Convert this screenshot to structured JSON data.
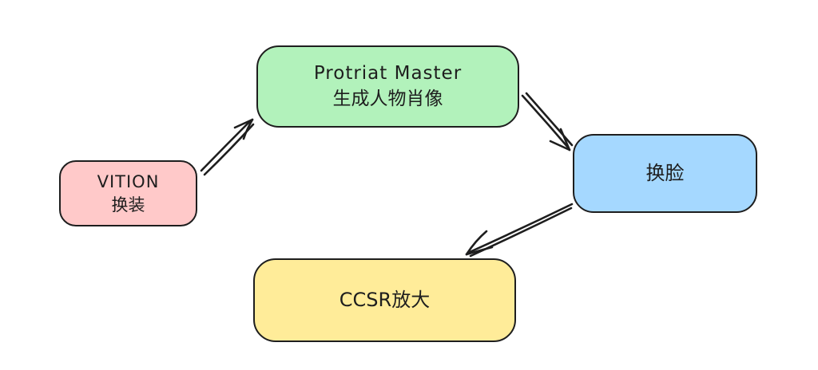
{
  "diagram": {
    "background": "#ffffff",
    "stroke_color": "#1e1e1e",
    "nodes": {
      "vition": {
        "id": "vition",
        "lines": [
          "VITION",
          "换装"
        ],
        "fill": "#ffc9c9"
      },
      "portrait": {
        "id": "portrait",
        "lines": [
          "Protriat Master",
          "生成人物肖像"
        ],
        "fill": "#b2f2bb"
      },
      "faceswap": {
        "id": "faceswap",
        "lines": [
          "换脸"
        ],
        "fill": "#a5d8ff"
      },
      "ccsr": {
        "id": "ccsr",
        "lines": [
          "CCSR放大"
        ],
        "fill": "#ffec99"
      }
    },
    "edges": [
      {
        "from": "vition",
        "to": "portrait",
        "style": "double-line-arrow"
      },
      {
        "from": "portrait",
        "to": "faceswap",
        "style": "double-line-arrow"
      },
      {
        "from": "faceswap",
        "to": "ccsr",
        "style": "double-line-arrow"
      }
    ]
  }
}
